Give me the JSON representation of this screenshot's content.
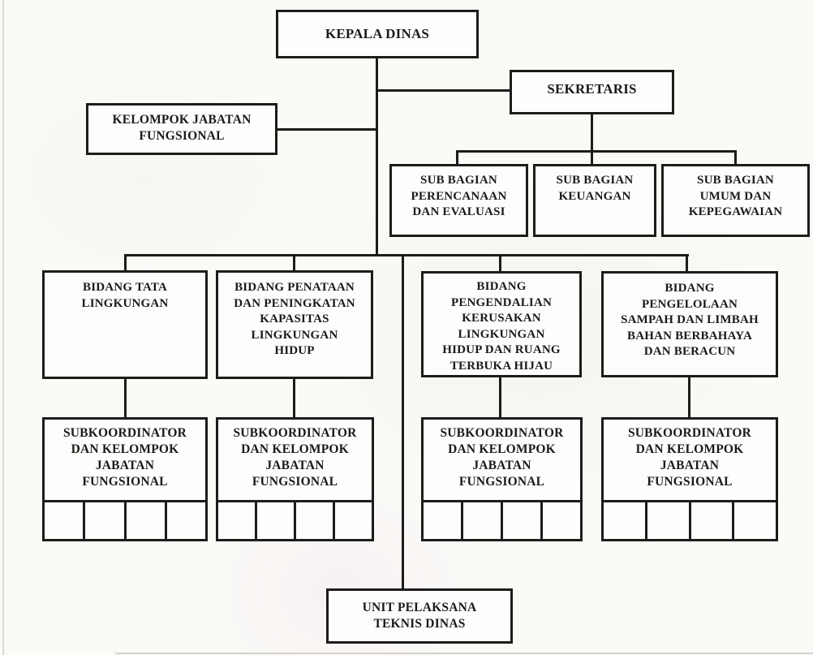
{
  "org": {
    "kepala_dinas": "KEPALA DINAS",
    "sekretaris": "SEKRETARIS",
    "kelompok_jabatan": "KELOMPOK JABATAN\nFUNGSIONAL",
    "sub_bagian": [
      {
        "label": "SUB BAGIAN\nPERENCANAAN\nDAN EVALUASI"
      },
      {
        "label": "SUB BAGIAN\nKEUANGAN"
      },
      {
        "label": "SUB BAGIAN\nUMUM DAN\nKEPEGAWAIAN"
      }
    ],
    "columns": [
      {
        "bidang": "BIDANG TATA\nLINGKUNGAN",
        "subkoordinator": "SUBKOORDINATOR\nDAN KELOMPOK\nJABATAN\nFUNGSIONAL",
        "cell_count": 4
      },
      {
        "bidang": "BIDANG PENATAAN\nDAN PENINGKATAN\nKAPASITAS\nLINGKUNGAN\nHIDUP",
        "subkoordinator": "SUBKOORDINATOR\nDAN KELOMPOK\nJABATAN\nFUNGSIONAL",
        "cell_count": 4
      },
      {
        "bidang": "BIDANG\nPENGENDALIAN\nKERUSAKAN\nLINGKUNGAN\nHIDUP DAN RUANG\nTERBUKA HIJAU",
        "subkoordinator": "SUBKOORDINATOR\nDAN KELOMPOK\nJABATAN\nFUNGSIONAL",
        "cell_count": 4
      },
      {
        "bidang": "BIDANG\nPENGELOLAAN\nSAMPAH DAN LIMBAH\nBAHAN BERBAHAYA\nDAN BERACUN",
        "subkoordinator": "SUBKOORDINATOR\nDAN KELOMPOK\nJABATAN\nFUNGSIONAL",
        "cell_count": 4
      }
    ],
    "unit_pelaksana": "UNIT PELAKSANA\nTEKNIS DINAS"
  },
  "colors": {
    "line": "#1d1c1a",
    "paper": "#fbfaf7",
    "box_fill": "#fdfdfb"
  }
}
